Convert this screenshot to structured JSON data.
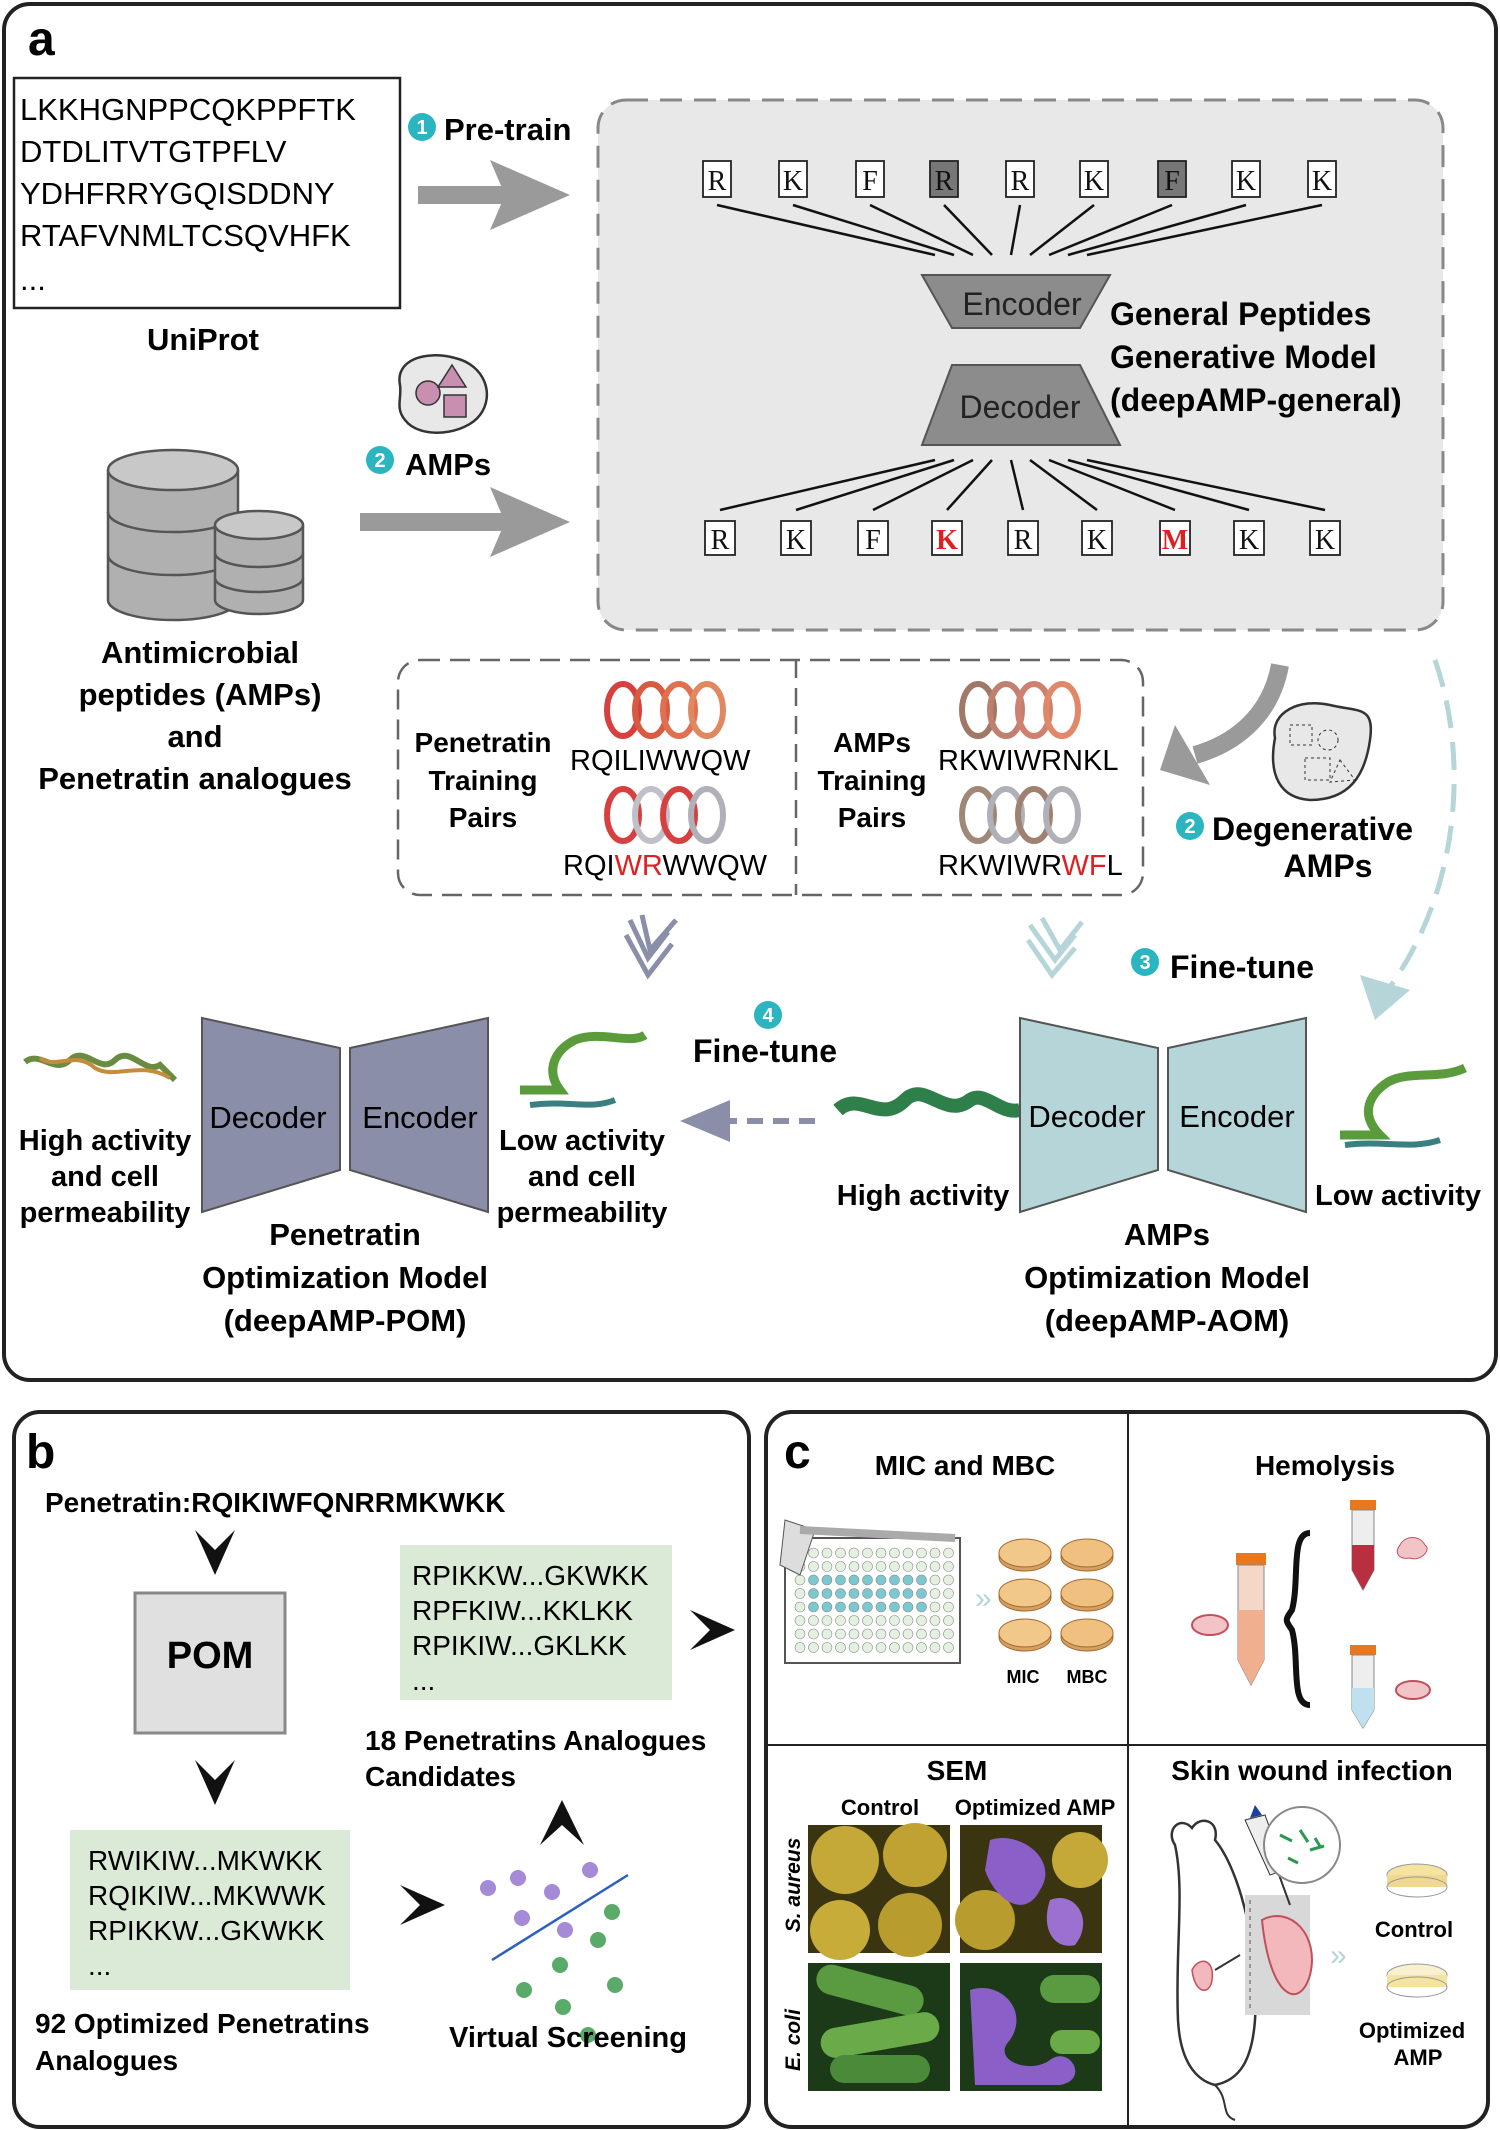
{
  "panel_a": {
    "letter": "a",
    "uniprot": {
      "sequences": [
        "LKKHGNPPCQKPPFTK",
        "DTDLITVTGTPFLV",
        "YDHFRRYGQISDDNY",
        "RTAFVNMLTCSQVHFK",
        "..."
      ],
      "label": "UniProt"
    },
    "step1": {
      "num": "1",
      "label": "Pre-train"
    },
    "step2": {
      "num": "2",
      "label": "AMPs"
    },
    "db_label": [
      "Antimicrobial",
      "peptides (AMPs)",
      "and",
      "Penetratin analogues"
    ],
    "model": {
      "input_tokens": [
        "R",
        "K",
        "F",
        "R",
        "R",
        "K",
        "F",
        "K",
        "K"
      ],
      "output_tokens": [
        "R",
        "K",
        "F",
        "K",
        "R",
        "K",
        "M",
        "K",
        "K"
      ],
      "encoder": "Encoder",
      "decoder": "Decoder",
      "name_lines": [
        "General Peptides",
        "Generative Model",
        "(deepAMP-general)"
      ]
    },
    "pairs": {
      "penetratin": {
        "label_lines": [
          "Penetratin",
          "Training",
          "Pairs"
        ],
        "seq1": "RQILIWWQW",
        "seq2_parts": [
          "RQI",
          "WR",
          "WWQW"
        ]
      },
      "amps": {
        "label_lines": [
          "AMPs",
          "Training",
          "Pairs"
        ],
        "seq1": "RKWIWRNKL",
        "seq2_parts": [
          "RKWIWR",
          "WF",
          "L"
        ]
      }
    },
    "degenerative": {
      "num": "2",
      "label_lines": [
        "Degenerative",
        "AMPs"
      ]
    },
    "step3": {
      "num": "3",
      "label": "Fine-tune"
    },
    "step4": {
      "num": "4",
      "label": "Fine-tune"
    },
    "pom": {
      "decoder": "Decoder",
      "encoder": "Encoder",
      "left_label": [
        "High activity",
        "and cell",
        "permeability"
      ],
      "right_label": [
        "Low activity",
        "and cell",
        "permeability"
      ],
      "name_lines": [
        "Penetratin",
        "Optimization Model",
        "(deepAMP-POM)"
      ]
    },
    "aom": {
      "decoder": "Decoder",
      "encoder": "Encoder",
      "left_label": "High activity",
      "right_label": "Low activity",
      "name_lines": [
        "AMPs",
        "Optimization Model",
        "(deepAMP-AOM)"
      ]
    }
  },
  "panel_b": {
    "letter": "b",
    "penetratin": "Penetratin:RQIKIWFQNRRMKWKK",
    "pom_box": "POM",
    "optimized_seqs": [
      "RWIKIW...MKWKK",
      "RQIKIW...MKWWK",
      "RPIKKW...GKWKK",
      "..."
    ],
    "optimized_label": [
      "92 Optimized Penetratins",
      "Analogues"
    ],
    "candidate_seqs": [
      "RPIKKW...GKWKK",
      "RPFKIW...KKLKK",
      "RPIKIW...GKLKK",
      "..."
    ],
    "candidate_label": [
      "18 Penetratins Analogues",
      "Candidates"
    ],
    "screening_label": "Virtual Screening"
  },
  "panel_c": {
    "letter": "c",
    "mic_title": "MIC and MBC",
    "mic_label": "MIC",
    "mbc_label": "MBC",
    "hemolysis_title": "Hemolysis",
    "sem_title": "SEM",
    "sem_cols": [
      "Control",
      "Optimized AMP"
    ],
    "sem_rows": [
      "S. aureus",
      "E. coli"
    ],
    "skin_title": "Skin wound infection",
    "skin_control": "Control",
    "skin_optimized": [
      "Optimized",
      "AMP"
    ]
  },
  "colors": {
    "teal_circle": "#2bb5c0",
    "red_mutation": "#e02020",
    "pom_box": "#8a8ea8",
    "aom_box": "#b5d5d8",
    "model_bg": "#e8e8e8",
    "arrow_gray": "#9a9a9a",
    "seq_bg": "#dbe9d7"
  }
}
